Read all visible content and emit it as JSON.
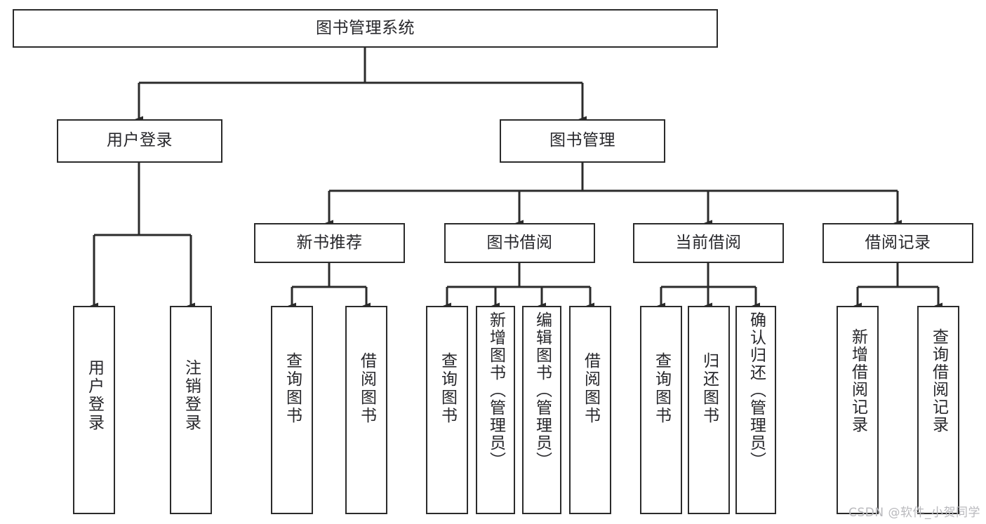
{
  "diagram": {
    "title": "图书管理系统",
    "type": "tree",
    "colors": {
      "box_border": "#2b2b2b",
      "box_fill": "#ffffff",
      "connector": "#2b2b2b",
      "text": "#27272b",
      "watermark": "#b9b9bd",
      "background": "#ffffff"
    },
    "root": {
      "id": "root",
      "label": "图书管理系统"
    },
    "level1": [
      {
        "id": "user-login",
        "label": "用户登录"
      },
      {
        "id": "book-manage",
        "label": "图书管理"
      }
    ],
    "level2": [
      {
        "id": "new-book-recommend",
        "label": "新书推荐",
        "parent": "book-manage"
      },
      {
        "id": "book-borrow",
        "label": "图书借阅",
        "parent": "book-manage"
      },
      {
        "id": "current-borrow",
        "label": "当前借阅",
        "parent": "book-manage"
      },
      {
        "id": "borrow-record",
        "label": "借阅记录",
        "parent": "book-manage"
      }
    ],
    "leaves": [
      {
        "id": "leaf-user-login",
        "label": "用户登录",
        "parent": "user-login"
      },
      {
        "id": "leaf-user-logout",
        "label": "注销登录",
        "parent": "user-login"
      },
      {
        "id": "leaf-query-book-1",
        "label": "查询图书",
        "parent": "new-book-recommend"
      },
      {
        "id": "leaf-borrow-book-1",
        "label": "借阅图书",
        "parent": "new-book-recommend"
      },
      {
        "id": "leaf-query-book-2",
        "label": "查询图书",
        "parent": "book-borrow"
      },
      {
        "id": "leaf-add-book",
        "label": "新增图书（管理员）",
        "parent": "book-borrow"
      },
      {
        "id": "leaf-edit-book",
        "label": "编辑图书（管理员）",
        "parent": "book-borrow"
      },
      {
        "id": "leaf-borrow-book-2",
        "label": "借阅图书",
        "parent": "book-borrow"
      },
      {
        "id": "leaf-query-book-3",
        "label": "查询图书",
        "parent": "current-borrow"
      },
      {
        "id": "leaf-return-book",
        "label": "归还图书",
        "parent": "current-borrow"
      },
      {
        "id": "leaf-confirm-return",
        "label": "确认归还（管理员）",
        "parent": "current-borrow"
      },
      {
        "id": "leaf-add-record",
        "label": "新增借阅记录",
        "parent": "borrow-record"
      },
      {
        "id": "leaf-query-record",
        "label": "查询借阅记录",
        "parent": "borrow-record"
      }
    ],
    "watermark": "CSDN @软件_小贺同学"
  }
}
